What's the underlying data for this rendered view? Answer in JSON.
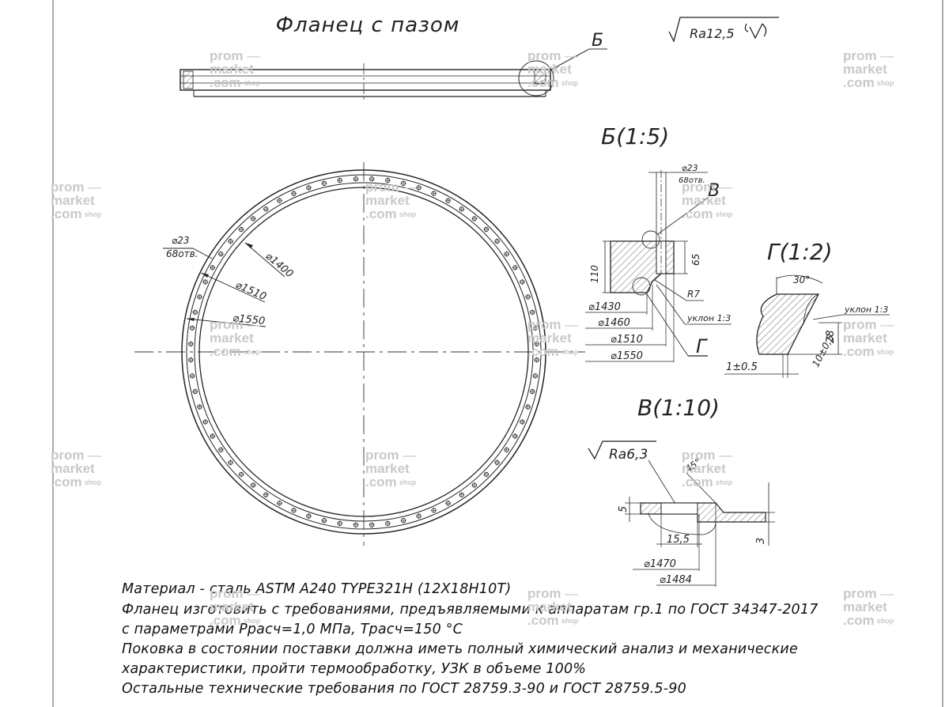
{
  "drawing": {
    "title": "Фланец  с  пазом",
    "roughness_general": "Ra12,5",
    "main_view": {
      "hole_note_dia": "⌀23",
      "hole_note_count": "68отв.",
      "dia_1400": "⌀1400",
      "dia_1510": "⌀1510",
      "dia_1550": "⌀1550",
      "hole_count": 68
    },
    "section_b": {
      "label": "Б",
      "title": "Б(1:5)",
      "hole_dia": "⌀23",
      "hole_count": "68отв.",
      "callout_v": "В",
      "dim_110": "110",
      "dim_65": "65",
      "r7": "R7",
      "slope": "уклон 1:3",
      "callout_g": "Г",
      "dims": [
        "⌀1430",
        "⌀1460",
        "⌀1510",
        "⌀1550"
      ]
    },
    "detail_g": {
      "title": "Г(1:2)",
      "angle": "30°",
      "slope": "уклон 1:3",
      "dim_28": "28",
      "dim_10": "10±0,5",
      "dim_1": "1±0.5"
    },
    "detail_v": {
      "title": "В(1:10)",
      "roughness": "Ra6,3",
      "angle": "45°",
      "dim_5": "5",
      "dim_3": "3",
      "dim_155": "15,5",
      "dia_1470": "⌀1470",
      "dia_1484": "⌀1484"
    }
  },
  "notes": [
    "Материал - сталь ASTM A240 TYPE321H (12Х18Н10Т)",
    "Фланец изготовить с требованиями, предъявляемыми к аппаратам гр.1 по ГОСТ 34347-2017",
    "с параметрами Ррасч=1,0 МПа, Трасч=150 °С",
    "Поковка  в состоянии поставки должна иметь полный химический анализ и механические",
    "характеристики, пройти термообработку, УЗК в объеме 100%",
    "Остальные технические требования по ГОСТ 28759.3-90 и ГОСТ 28759.5-90"
  ],
  "watermark": {
    "line1": "prom",
    "line2": "market",
    "line3": ".com",
    "suffix": "shop",
    "color": "#c9c9c9"
  }
}
